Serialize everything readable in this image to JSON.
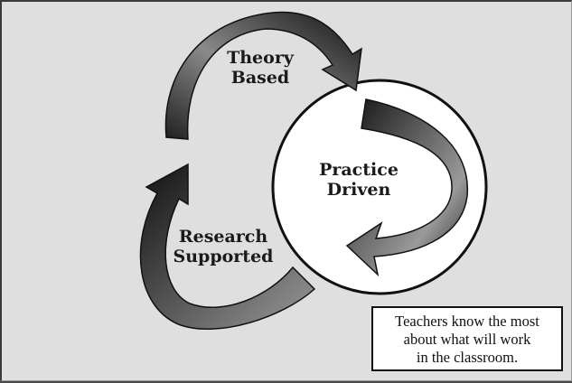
{
  "diagram": {
    "nodes": [
      {
        "id": "theory",
        "line1": "Theory",
        "line2": "Based"
      },
      {
        "id": "practice",
        "line1": "Practice",
        "line2": "Driven"
      },
      {
        "id": "research",
        "line1": "Research",
        "line2": "Supported"
      }
    ],
    "note": {
      "line1": "Teachers know the most",
      "line2": "about what will work",
      "line3": "in the classroom."
    },
    "colors": {
      "background": "#dfdfdf",
      "circle_fill": "#ffffff",
      "arrow_dark": "#111111",
      "arrow_light": "#9a9a9a",
      "text": "#1a1a1a"
    },
    "flow": [
      "theory -> practice",
      "practice -> research",
      "research -> theory"
    ]
  }
}
